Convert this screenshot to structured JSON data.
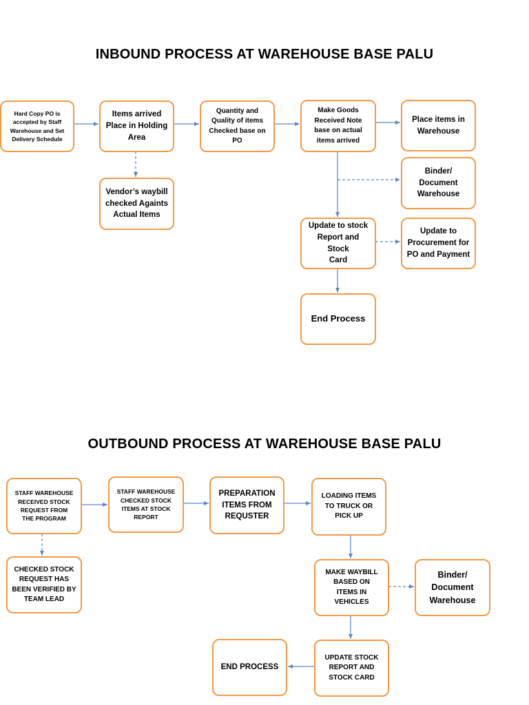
{
  "inbound": {
    "title": "INBOUND PROCESS AT WAREHOUSE BASE PALU",
    "nodes": {
      "po_accepted": "Hard Copy PO is\naccepted by Staff\nWarehouse and Set\nDelivery Schedule",
      "items_arrived": "Items arrived\nPlace in Holding\nArea",
      "qty_quality": "Quantity and\nQuality of items\nChecked base on\nPO",
      "goods_received": "Make Goods\nReceived Note\nbase on actual\nitems arrived",
      "place_items": "Place items in\nWarehouse",
      "waybill_checked": "Vendor’s  waybill\nchecked Againts\nActual Items",
      "binder": "Binder/\nDocument\nWarehouse",
      "update_stock": "Update to stock\nReport and Stock\nCard",
      "update_procurement": "Update to\nProcurement for\nPO and Payment",
      "end": "End Process"
    }
  },
  "outbound": {
    "title": "OUTBOUND PROCESS AT WAREHOUSE BASE PALU",
    "nodes": {
      "received_request": "STAFF WAREHOUSE\nRECEIVED STOCK\nREQUEST FROM\nTHE PROGRAM",
      "checked_stock": "STAFF WAREHOUSE\nCHECKED STOCK\nITEMS AT STOCK\nREPORT",
      "preparation": "PREPARATION\nITEMS FROM\nREQUSTER",
      "loading": "LOADING ITEMS\nTO TRUCK OR\nPICK UP",
      "verified": "CHECKED STOCK\nREQUEST HAS\nBEEN VERIFIED BY\nTEAM LEAD",
      "waybill": "MAKE WAYBILL\nBASED ON\nITEMS IN\nVEHICLES",
      "binder": "Binder/\nDocument\nWarehouse",
      "update_stock": "UPDATE STOCK\nREPORT AND\nSTOCK CARD",
      "end": "END PROCESS"
    }
  },
  "colors": {
    "box_border": "#f39a47",
    "arrow": "#5b87c5"
  }
}
